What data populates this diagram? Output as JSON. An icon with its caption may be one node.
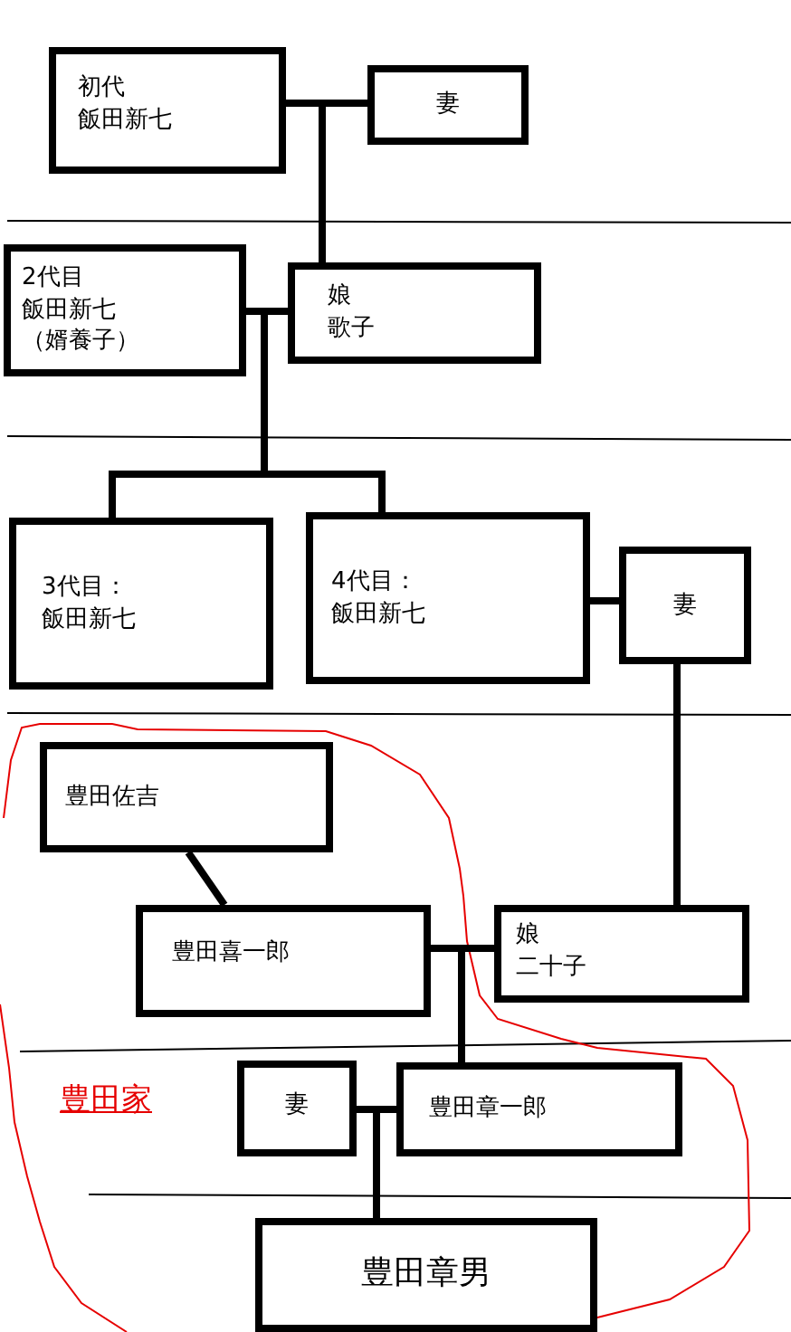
{
  "diagram": {
    "nodes": [
      {
        "text": [
          "初代",
          "飯田新七"
        ]
      },
      {
        "text": [
          "妻"
        ]
      },
      {
        "text": [
          "2代目",
          "飯田新七",
          "（婿養子）"
        ]
      },
      {
        "text": [
          "娘",
          "歌子"
        ]
      },
      {
        "text": [
          "3代目：",
          "飯田新七"
        ]
      },
      {
        "text": [
          "4代目：",
          "飯田新七"
        ]
      },
      {
        "text": [
          "妻"
        ]
      },
      {
        "text": [
          "豊田佐吉"
        ]
      },
      {
        "text": [
          "豊田喜一郎"
        ]
      },
      {
        "text": [
          "娘",
          "二十子"
        ]
      },
      {
        "text": [
          "妻"
        ]
      },
      {
        "text": [
          "豊田章一郎"
        ]
      },
      {
        "text": [
          "豊田章男"
        ]
      }
    ],
    "edges": [
      {
        "from": 0,
        "to": 1,
        "arrow": "none"
      },
      {
        "from": 0,
        "to": 3,
        "arrow": "none"
      },
      {
        "from": 1,
        "to": 3,
        "arrow": "none"
      },
      {
        "from": 2,
        "to": 3,
        "arrow": "none"
      },
      {
        "from": 2,
        "to": 4,
        "arrow": "none"
      },
      {
        "from": 3,
        "to": 4,
        "arrow": "none"
      },
      {
        "from": 2,
        "to": 5,
        "arrow": "none"
      },
      {
        "from": 3,
        "to": 5,
        "arrow": "none"
      },
      {
        "from": 5,
        "to": 6,
        "arrow": "none"
      },
      {
        "from": 6,
        "to": 9,
        "arrow": "none"
      },
      {
        "from": 7,
        "to": 8,
        "arrow": "none"
      },
      {
        "from": 8,
        "to": 9,
        "arrow": "none"
      },
      {
        "from": 8,
        "to": 11,
        "arrow": "none"
      },
      {
        "from": 9,
        "to": 11,
        "arrow": "none"
      },
      {
        "from": 10,
        "to": 11,
        "arrow": "none"
      },
      {
        "from": 10,
        "to": 12,
        "arrow": "none"
      },
      {
        "from": 11,
        "to": 12,
        "arrow": "none"
      }
    ],
    "labels": [
      "豊田家"
    ]
  }
}
